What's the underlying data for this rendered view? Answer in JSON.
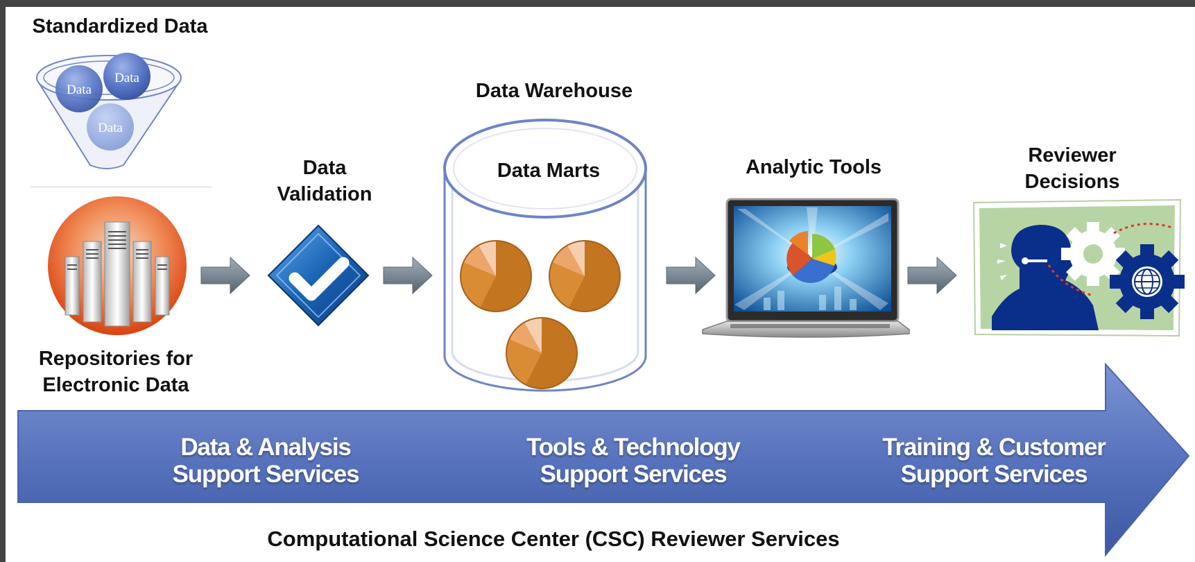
{
  "title": "Computational Science Center (CSC) Reviewer Services",
  "stages": {
    "standardized": {
      "title": "Standardized Data",
      "balls": [
        "Data",
        "Data",
        "Data"
      ]
    },
    "repositories": {
      "title_lines": [
        "Repositories for",
        "Electronic Data"
      ]
    },
    "validation": {
      "title_lines": [
        "Data",
        "Validation"
      ]
    },
    "warehouse": {
      "title": "Data Warehouse",
      "inner": "Data Marts"
    },
    "analytic": {
      "title": "Analytic Tools"
    },
    "reviewer": {
      "title_lines": [
        "Reviewer",
        "Decisions"
      ]
    }
  },
  "band": {
    "segments": [
      {
        "lines": [
          "Data & Analysis",
          "Support Services"
        ]
      },
      {
        "lines": [
          "Tools & Technology",
          "Support Services"
        ]
      },
      {
        "lines": [
          "Training & Customer",
          "Support Services"
        ]
      }
    ]
  },
  "colors": {
    "band": "#5b78c0",
    "arrow": "#7d8a96",
    "pie": "#c97a1e",
    "validation": "#1a5fae",
    "repository": "#e0541c",
    "reviewer_bg": "#b7d4a5",
    "reviewer_ink": "#0a2f8a"
  }
}
